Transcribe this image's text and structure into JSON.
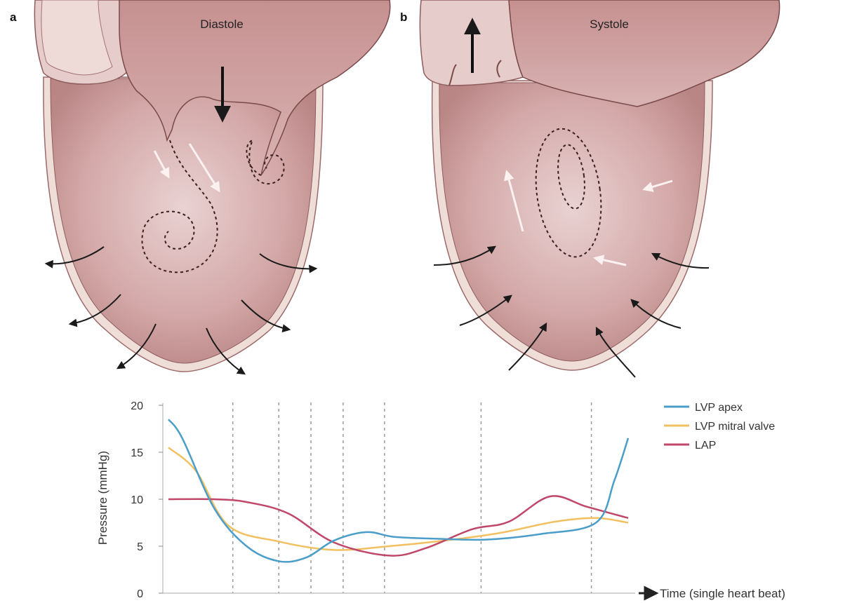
{
  "panels": [
    {
      "letter": "a",
      "title": "Diastole"
    },
    {
      "letter": "b",
      "title": "Systole"
    }
  ],
  "colors": {
    "tissue": "#c89494",
    "tissue_light": "#ead4d4",
    "outline": "#7a4a4a",
    "sheath": "#efddd8",
    "lvp_apex": "#4a9ec9",
    "lvp_mitral": "#f2c061",
    "lap": "#c0466a"
  },
  "chart_data": {
    "type": "line",
    "ylabel": "Pressure (mmHg)",
    "xlabel": "Time (single heart beat)",
    "ylim": [
      0,
      20
    ],
    "xlim": [
      0,
      1
    ],
    "yticks": [
      "0",
      "5",
      "10",
      "15",
      "20"
    ],
    "series": [
      {
        "name": "LVP apex",
        "color_key": "lvp_apex",
        "x": [
          0,
          0.03,
          0.1,
          0.17,
          0.24,
          0.3,
          0.36,
          0.43,
          0.49,
          0.58,
          0.69,
          0.81,
          0.93,
          0.97,
          1.0
        ],
        "y": [
          18.5,
          16.5,
          9.0,
          5.0,
          3.4,
          3.8,
          5.6,
          6.5,
          6.0,
          5.8,
          5.7,
          6.3,
          7.5,
          12,
          16.5
        ]
      },
      {
        "name": "LVP mitral valve",
        "color_key": "lvp_mitral",
        "x": [
          0,
          0.06,
          0.13,
          0.24,
          0.36,
          0.48,
          0.6,
          0.72,
          0.84,
          0.93,
          1.0
        ],
        "y": [
          15.5,
          13.0,
          7.2,
          5.5,
          4.6,
          5.0,
          5.6,
          6.4,
          7.6,
          8.0,
          7.5
        ]
      },
      {
        "name": "LAP",
        "color_key": "lap",
        "x": [
          0,
          0.1,
          0.17,
          0.26,
          0.36,
          0.48,
          0.56,
          0.66,
          0.74,
          0.83,
          0.91,
          1.0
        ],
        "y": [
          10.0,
          10.0,
          9.7,
          8.5,
          5.4,
          4.0,
          4.8,
          6.8,
          7.6,
          10.3,
          9.2,
          8.0
        ]
      }
    ],
    "event_lines_x": [
      0.14,
      0.24,
      0.31,
      0.38,
      0.47,
      0.68,
      0.92
    ],
    "legend_position": "top-right"
  }
}
